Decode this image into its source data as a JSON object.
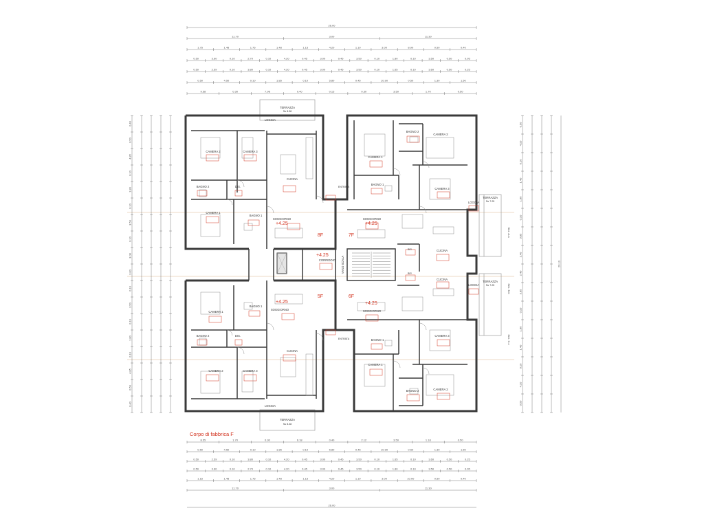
{
  "caption": "Corpo di fabbrica F",
  "colors": {
    "wall": "#3a3a3a",
    "accent": "#d2321e",
    "section_line": "#d9b48a",
    "dim": "#555555"
  },
  "top_dims": {
    "total": "26.00",
    "row1": [
      "11.70",
      "3.00",
      "11.30"
    ],
    "row2": [
      "1.75",
      "1.48",
      "1.76",
      "1.48",
      "1.15",
      "4.20",
      "1.10",
      "3.00",
      "8.90",
      "0.50",
      "0.40"
    ],
    "row3": [
      "0.50",
      "3.60",
      "0.10",
      "2.70",
      "0.10",
      "4.20",
      "0.45",
      "3.00",
      "0.45",
      "3.50",
      "0.10",
      "1.80",
      "0.10",
      "3.50",
      "0.50",
      "0.05"
    ],
    "row4": [
      "0.50",
      "2.59",
      "0.10",
      "3.80",
      "0.10",
      "4.20",
      "0.45",
      "3.00",
      "0.45",
      "3.50",
      "0.10",
      "1.65",
      "0.10",
      "3.60",
      "0.50",
      "0.25"
    ],
    "row5": [
      "0.50",
      "4.50",
      "0.10",
      "1.85",
      "0.10",
      "5.80",
      "0.45",
      "10.90",
      "0.50",
      "1.30",
      "1.50"
    ],
    "row6": [
      "9.58",
      "0.30",
      "7.98",
      "0.40",
      "0.13",
      "0.30",
      "3.50",
      "1.70",
      "0.50"
    ]
  },
  "bottom_dims": {
    "total": "26.00",
    "row1": [
      "11.70",
      "3.00",
      "11.30"
    ],
    "row2": [
      "1.15",
      "1.48",
      "1.76",
      "1.48",
      "1.15",
      "4.20",
      "1.10",
      "3.00",
      "10.00",
      "0.50",
      "0.40"
    ],
    "row3": [
      "0.50",
      "3.60",
      "0.10",
      "2.70",
      "0.10",
      "4.20",
      "0.45",
      "3.00",
      "0.45",
      "3.50",
      "0.10",
      "1.80",
      "0.10",
      "3.50",
      "0.50",
      "0.05"
    ],
    "row4": [
      "0.50",
      "2.59",
      "0.10",
      "3.80",
      "0.10",
      "4.20",
      "0.45",
      "3.00",
      "0.45",
      "3.50",
      "0.10",
      "1.65",
      "0.10",
      "3.60",
      "0.50",
      "0.25"
    ],
    "row5": [
      "0.50",
      "4.50",
      "0.10",
      "1.85",
      "0.10",
      "5.80",
      "0.45",
      "10.90",
      "0.50",
      "1.30",
      "1.50"
    ],
    "row6": [
      "8.55",
      "1.70",
      "0.30",
      "6.18",
      "0.40",
      "2.12",
      "3.50",
      "1.18",
      "0.50"
    ]
  },
  "left_dims": [
    "0.40",
    "0.50",
    "4.85",
    "0.10",
    "1.80",
    "0.10",
    "3.50",
    "0.10",
    "3.00",
    "3.00",
    "0.10",
    "3.50",
    "0.10",
    "1.80",
    "0.10",
    "4.85",
    "0.50",
    "0.40"
  ],
  "right_dims": [
    "0.50",
    "4.10",
    "0.10",
    "1.40",
    "1.80",
    "0.10",
    "3.85",
    "2.40",
    "2.40",
    "3.85",
    "0.10",
    "1.80",
    "1.40",
    "0.10",
    "4.10",
    "0.50"
  ],
  "right_total": "26.10",
  "apartments": [
    "8F",
    "7F",
    "5F",
    "6F"
  ],
  "levels": [
    "+4.25",
    "+4.25",
    "+4.25",
    "+4.25",
    "+4.25"
  ],
  "section_labels": [
    "Sez. A-a",
    "Sez. B-b",
    "Sez. C-c"
  ],
  "rooms": {
    "terrazza_top": "TERRAZZA",
    "terrazza_top_area": "Su 8.38",
    "loggia_top": "LOGGIA",
    "camera2_tl": "CAMERA 2",
    "camera3_tl": "CAMERA 3",
    "cucina_tl": "CUCINA",
    "bagno2_tl": "BAGNO 2",
    "dis_tl": "DIS.",
    "camera1_tl": "CAMERA 1",
    "bagno1_tl": "BAGNO 1",
    "soggiorno_tl": "SOGGIORNO",
    "camera2_tr": "CAMERA 2",
    "bagno2_tr": "BAGNO 2",
    "camera1_tr": "CAMERA 1",
    "bagno1_tr": "BAGNO 1",
    "camera3_tr": "CAMERA 3",
    "soggiorno_tr": "SOGGIORNO",
    "cucina_tr": "CUCINA",
    "loggia_tr": "LOGGIA",
    "terrazza_tr": "TERRAZZA",
    "terrazza_tr_area": "Su 7.25",
    "rip_tr": "RIP.",
    "corridoio": "CORRIDOIO",
    "vano_scala": "VANO SCALA",
    "entrata_top": "ENTRATA",
    "entrata_bottom": "ENTRATA",
    "camera1_bl": "CAMERA 1",
    "bagno1_bl": "BAGNO 1",
    "soggiorno_bl": "SOGGIORNO",
    "bagno2_bl": "BAGNO 2",
    "dis_bl": "DIS.",
    "cucina_bl": "CUCINA",
    "camera2_bl": "CAMERA 2",
    "camera3_bl": "CAMERA 3",
    "terrazza_bottom": "TERRAZZA",
    "terrazza_bottom_area": "Su 8.38",
    "loggia_bottom": "LOGGIA",
    "cucina_br": "CUCINA",
    "soggiorno_br": "SOGGIORNO",
    "rip_br": "RIP.",
    "loggia_br": "LOGGIA",
    "terrazza_br": "TERRAZZA",
    "terrazza_br_area": "Su 7.25",
    "bagno1_br": "BAGNO 1",
    "camera3_br": "CAMERA 3",
    "camera1_br": "CAMERA 1",
    "bagno2_br": "BAGNO 2",
    "camera2_br": "CAMERA 2"
  }
}
